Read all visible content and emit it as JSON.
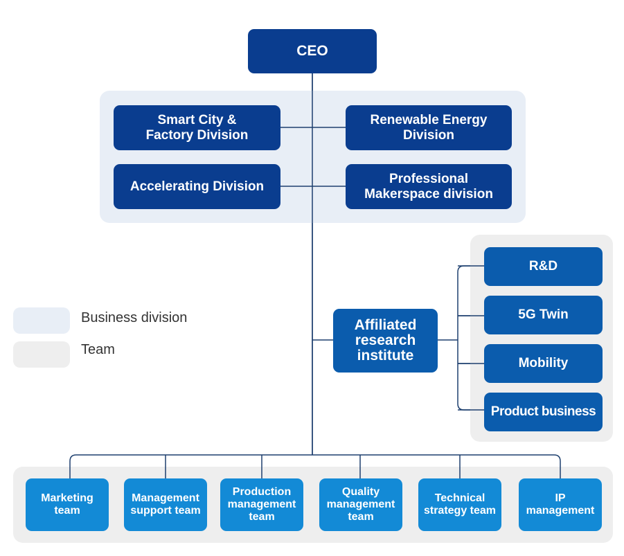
{
  "ceo": {
    "label": "CEO"
  },
  "divisions": [
    {
      "label": "Smart City & Factory Division",
      "line1": "Smart City &",
      "line2": "Factory Division"
    },
    {
      "label": "Renewable Energy Division",
      "line1": "Renewable Energy",
      "line2": "Division"
    },
    {
      "label": "Accelerating Division",
      "line1": "Accelerating Division",
      "line2": ""
    },
    {
      "label": "Professional Makerspace division",
      "line1": "Professional",
      "line2": "Makerspace division"
    }
  ],
  "institute": {
    "line1": "Affiliated",
    "line2": "research",
    "line3": "institute"
  },
  "institute_units": [
    {
      "label": "R&D"
    },
    {
      "label": "5G Twin"
    },
    {
      "label": "Mobility"
    },
    {
      "label": "Product business"
    }
  ],
  "teams": [
    {
      "line1": "Marketing",
      "line2": "team",
      "line3": ""
    },
    {
      "line1": "Management",
      "line2": "support team",
      "line3": ""
    },
    {
      "line1": "Production",
      "line2": "management",
      "line3": "team"
    },
    {
      "line1": "Quality",
      "line2": "management",
      "line3": "team"
    },
    {
      "line1": "Technical",
      "line2": "strategy team",
      "line3": ""
    },
    {
      "line1": "IP",
      "line2": "management",
      "line3": ""
    }
  ],
  "legend": [
    {
      "label": "Business division",
      "color": "#e8eef6"
    },
    {
      "label": "Team",
      "color": "#eeeeee"
    }
  ],
  "colors": {
    "dark": "#0a3d8f",
    "mid": "#0b5cad",
    "light": "#138ad6",
    "line": "#1d3f6e"
  }
}
